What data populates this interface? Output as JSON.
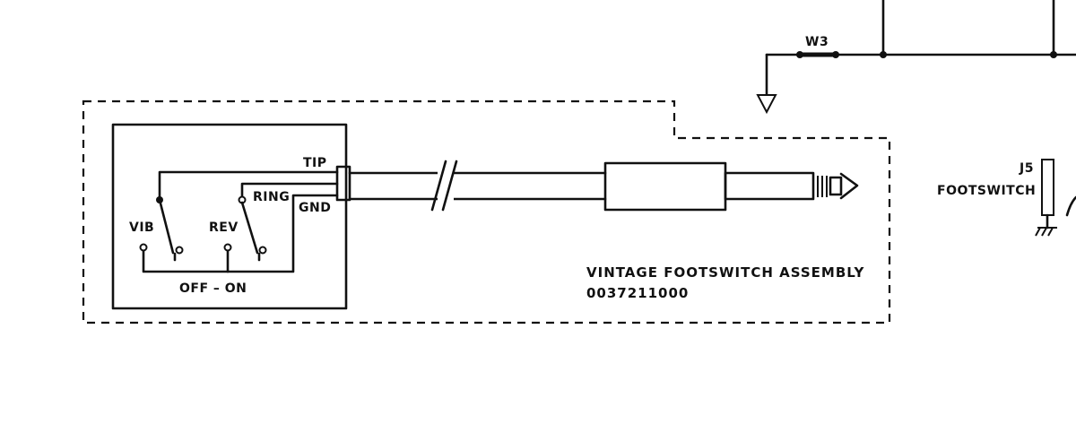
{
  "labels": {
    "w3": "W3",
    "j5": "J5",
    "footswitch": "FOOTSWITCH",
    "tip": "TIP",
    "ring": "RING",
    "gnd": "GND",
    "vib": "VIB",
    "rev": "REV",
    "off_on": "OFF  –  ON",
    "assembly_title": "VINTAGE FOOTSWITCH ASSEMBLY",
    "assembly_part": "0037211000"
  }
}
